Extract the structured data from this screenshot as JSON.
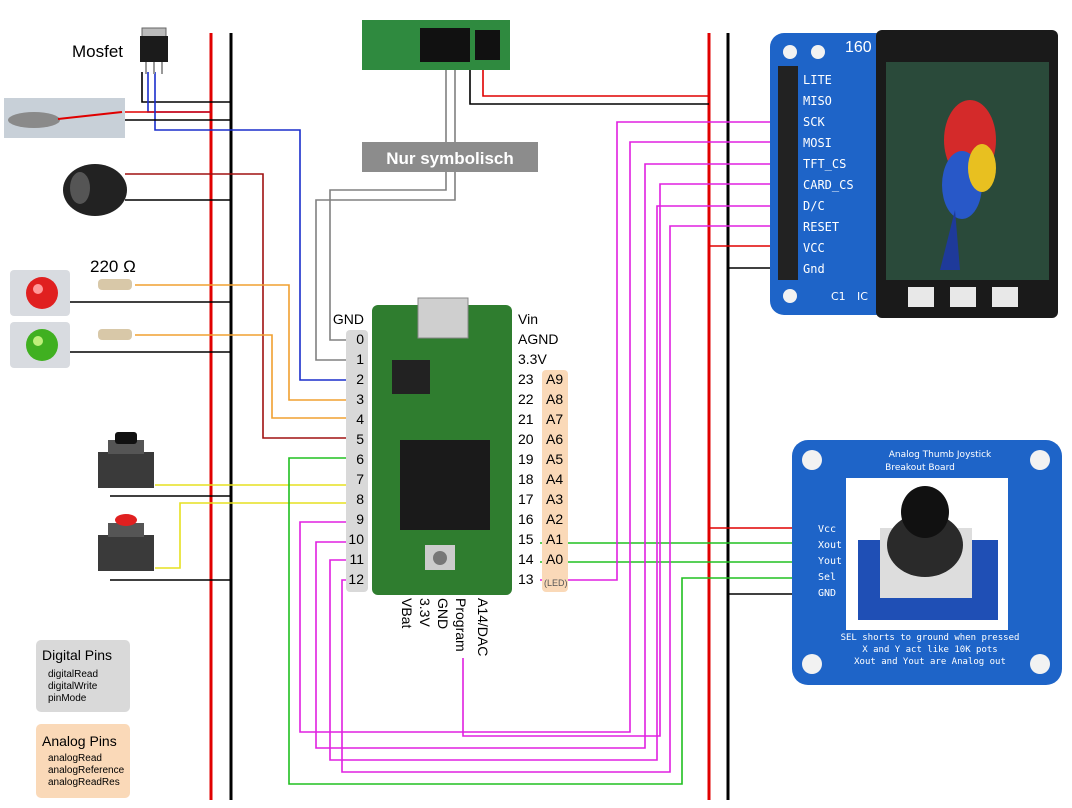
{
  "components": {
    "mosfet_label": "Mosfet",
    "resistor_label": "220 Ω",
    "bt_note": "Nur symbolisch"
  },
  "teensy": {
    "left_pins": [
      "GND",
      "0",
      "1",
      "2",
      "3",
      "4",
      "5",
      "6",
      "7",
      "8",
      "9",
      "10",
      "11",
      "12"
    ],
    "right_top": [
      "Vin",
      "AGND",
      "3.3V"
    ],
    "right_pins": [
      "23",
      "22",
      "21",
      "20",
      "19",
      "18",
      "17",
      "16",
      "15",
      "14",
      "13"
    ],
    "analog": [
      "A9",
      "A8",
      "A7",
      "A6",
      "A5",
      "A4",
      "A3",
      "A2",
      "A1",
      "A0"
    ],
    "led_tag": "(LED)",
    "bottom_pins": [
      "VBat",
      "3.3V",
      "GND",
      "Program",
      "A14/DAC"
    ]
  },
  "tft": {
    "title": "160",
    "pins": [
      "LITE",
      "MISO",
      "SCK",
      "MOSI",
      "TFT_CS",
      "CARD_CS",
      "D/C",
      "RESET",
      "VCC",
      "Gnd"
    ],
    "c1": "C1",
    "ic": "IC"
  },
  "joystick": {
    "title1": "Analog Thumb Joystick",
    "title2": "Breakout Board",
    "pins": [
      "Vcc",
      "Xout",
      "Yout",
      "Sel",
      "GND"
    ],
    "note1": "SEL shorts to ground when pressed",
    "note2": "X and Y act like 10K pots",
    "note3": "Xout and Yout are Analog out"
  },
  "legend": {
    "digital": {
      "title": "Digital Pins",
      "items": [
        "digitalRead",
        "digitalWrite",
        "pinMode"
      ],
      "color": "#d9d9d9"
    },
    "analog": {
      "title": "Analog Pins",
      "items": [
        "analogRead",
        "analogReference",
        "analogReadRes"
      ],
      "color": "#fad9b8"
    }
  },
  "colors": {
    "power": "#e00000",
    "ground": "#000000",
    "blue": "#1a2ecc",
    "orange": "#f0a030",
    "darkred": "#a01010",
    "yellow": "#e6e020",
    "green": "#20c020",
    "magenta": "#e020e0",
    "grey": "#808080",
    "board_blue": "#1e64c8",
    "teensy_green": "#2f7d2f"
  }
}
